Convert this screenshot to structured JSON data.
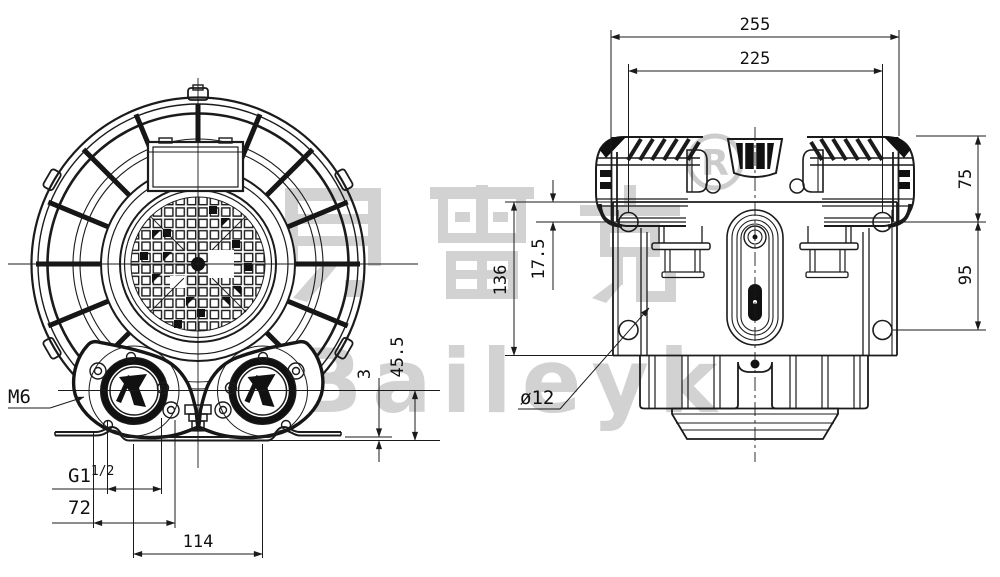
{
  "title": "blower-dimension-drawing",
  "colors": {
    "line": "#1b1b1b",
    "watermark": "#d2d2d2",
    "background": "#ffffff"
  },
  "watermark": {
    "cjk": "贝雷克",
    "latin": "Baileyk",
    "registered_mark": "R"
  },
  "front_view": {
    "labels": {
      "m6": "M6",
      "g1": "G1",
      "g1_sup": "1/2",
      "w72": "72",
      "w114": "114",
      "t3": "3",
      "h45_5": "45.5"
    }
  },
  "side_view": {
    "labels": {
      "w255": "255",
      "w225": "225",
      "h75": "75",
      "h95": "95",
      "h136": "136",
      "h17_5": "17.5",
      "d12": "ø12"
    }
  }
}
